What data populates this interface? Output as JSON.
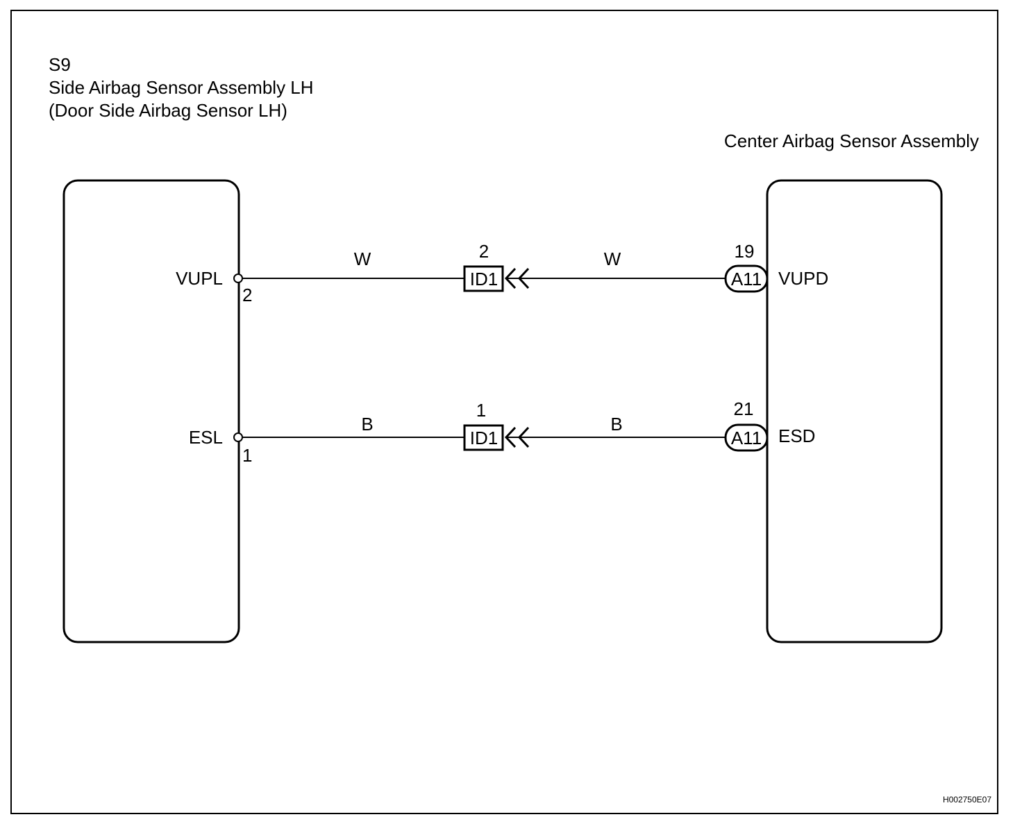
{
  "left_component": {
    "code": "S9",
    "name": "Side Airbag Sensor Assembly LH",
    "subname": "(Door Side Airbag Sensor LH)"
  },
  "right_component": {
    "name": "Center Airbag Sensor Assembly"
  },
  "circuits": [
    {
      "left_terminal_name": "VUPL",
      "left_pin": "2",
      "left_wire_color": "W",
      "junction_pin": "2",
      "junction_connector": "ID1",
      "right_wire_color": "W",
      "right_pin": "19",
      "right_connector": "A11",
      "right_terminal_name": "VUPD"
    },
    {
      "left_terminal_name": "ESL",
      "left_pin": "1",
      "left_wire_color": "B",
      "junction_pin": "1",
      "junction_connector": "ID1",
      "right_wire_color": "B",
      "right_pin": "21",
      "right_connector": "A11",
      "right_terminal_name": "ESD"
    }
  ],
  "figure_code": "H002750E07"
}
